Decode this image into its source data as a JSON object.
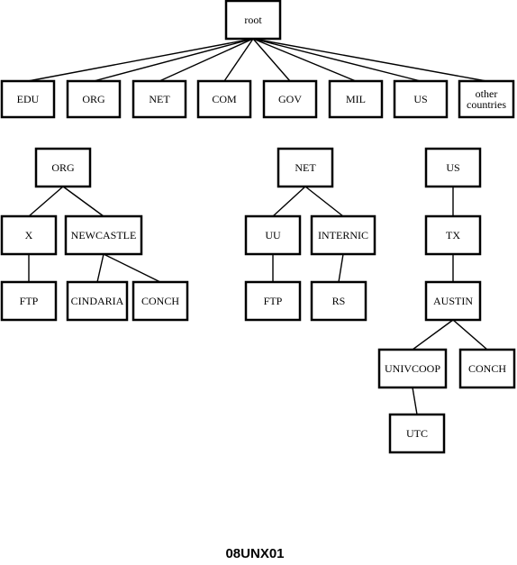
{
  "caption": "08UNX01",
  "diagram": {
    "nodes": [
      {
        "id": "root",
        "lines": [
          "root"
        ]
      },
      {
        "id": "edu",
        "lines": [
          "EDU"
        ]
      },
      {
        "id": "org-top",
        "lines": [
          "ORG"
        ]
      },
      {
        "id": "net-top",
        "lines": [
          "NET"
        ]
      },
      {
        "id": "com",
        "lines": [
          "COM"
        ]
      },
      {
        "id": "gov",
        "lines": [
          "GOV"
        ]
      },
      {
        "id": "mil",
        "lines": [
          "MIL"
        ]
      },
      {
        "id": "us-top",
        "lines": [
          "US"
        ]
      },
      {
        "id": "other",
        "lines": [
          "other",
          "countries"
        ]
      },
      {
        "id": "org",
        "lines": [
          "ORG"
        ]
      },
      {
        "id": "x",
        "lines": [
          "X"
        ]
      },
      {
        "id": "newcastle",
        "lines": [
          "NEWCASTLE"
        ]
      },
      {
        "id": "ftp1",
        "lines": [
          "FTP"
        ]
      },
      {
        "id": "cindaria",
        "lines": [
          "CINDARIA"
        ]
      },
      {
        "id": "conch1",
        "lines": [
          "CONCH"
        ]
      },
      {
        "id": "net",
        "lines": [
          "NET"
        ]
      },
      {
        "id": "uu",
        "lines": [
          "UU"
        ]
      },
      {
        "id": "internic",
        "lines": [
          "INTERNIC"
        ]
      },
      {
        "id": "ftp2",
        "lines": [
          "FTP"
        ]
      },
      {
        "id": "rs",
        "lines": [
          "RS"
        ]
      },
      {
        "id": "us",
        "lines": [
          "US"
        ]
      },
      {
        "id": "tx",
        "lines": [
          "TX"
        ]
      },
      {
        "id": "austin",
        "lines": [
          "AUSTIN"
        ]
      },
      {
        "id": "univcoop",
        "lines": [
          "UNIVCOOP"
        ]
      },
      {
        "id": "conch2",
        "lines": [
          "CONCH"
        ]
      },
      {
        "id": "utc",
        "lines": [
          "UTC"
        ]
      }
    ],
    "edges": [
      [
        "root",
        "edu"
      ],
      [
        "root",
        "org-top"
      ],
      [
        "root",
        "net-top"
      ],
      [
        "root",
        "com"
      ],
      [
        "root",
        "gov"
      ],
      [
        "root",
        "mil"
      ],
      [
        "root",
        "us-top"
      ],
      [
        "root",
        "other"
      ],
      [
        "org",
        "x"
      ],
      [
        "org",
        "newcastle"
      ],
      [
        "x",
        "ftp1"
      ],
      [
        "newcastle",
        "cindaria"
      ],
      [
        "newcastle",
        "conch1"
      ],
      [
        "net",
        "uu"
      ],
      [
        "net",
        "internic"
      ],
      [
        "uu",
        "ftp2"
      ],
      [
        "internic",
        "rs"
      ],
      [
        "us",
        "tx"
      ],
      [
        "tx",
        "austin"
      ],
      [
        "austin",
        "univcoop"
      ],
      [
        "austin",
        "conch2"
      ],
      [
        "univcoop",
        "utc"
      ]
    ]
  }
}
